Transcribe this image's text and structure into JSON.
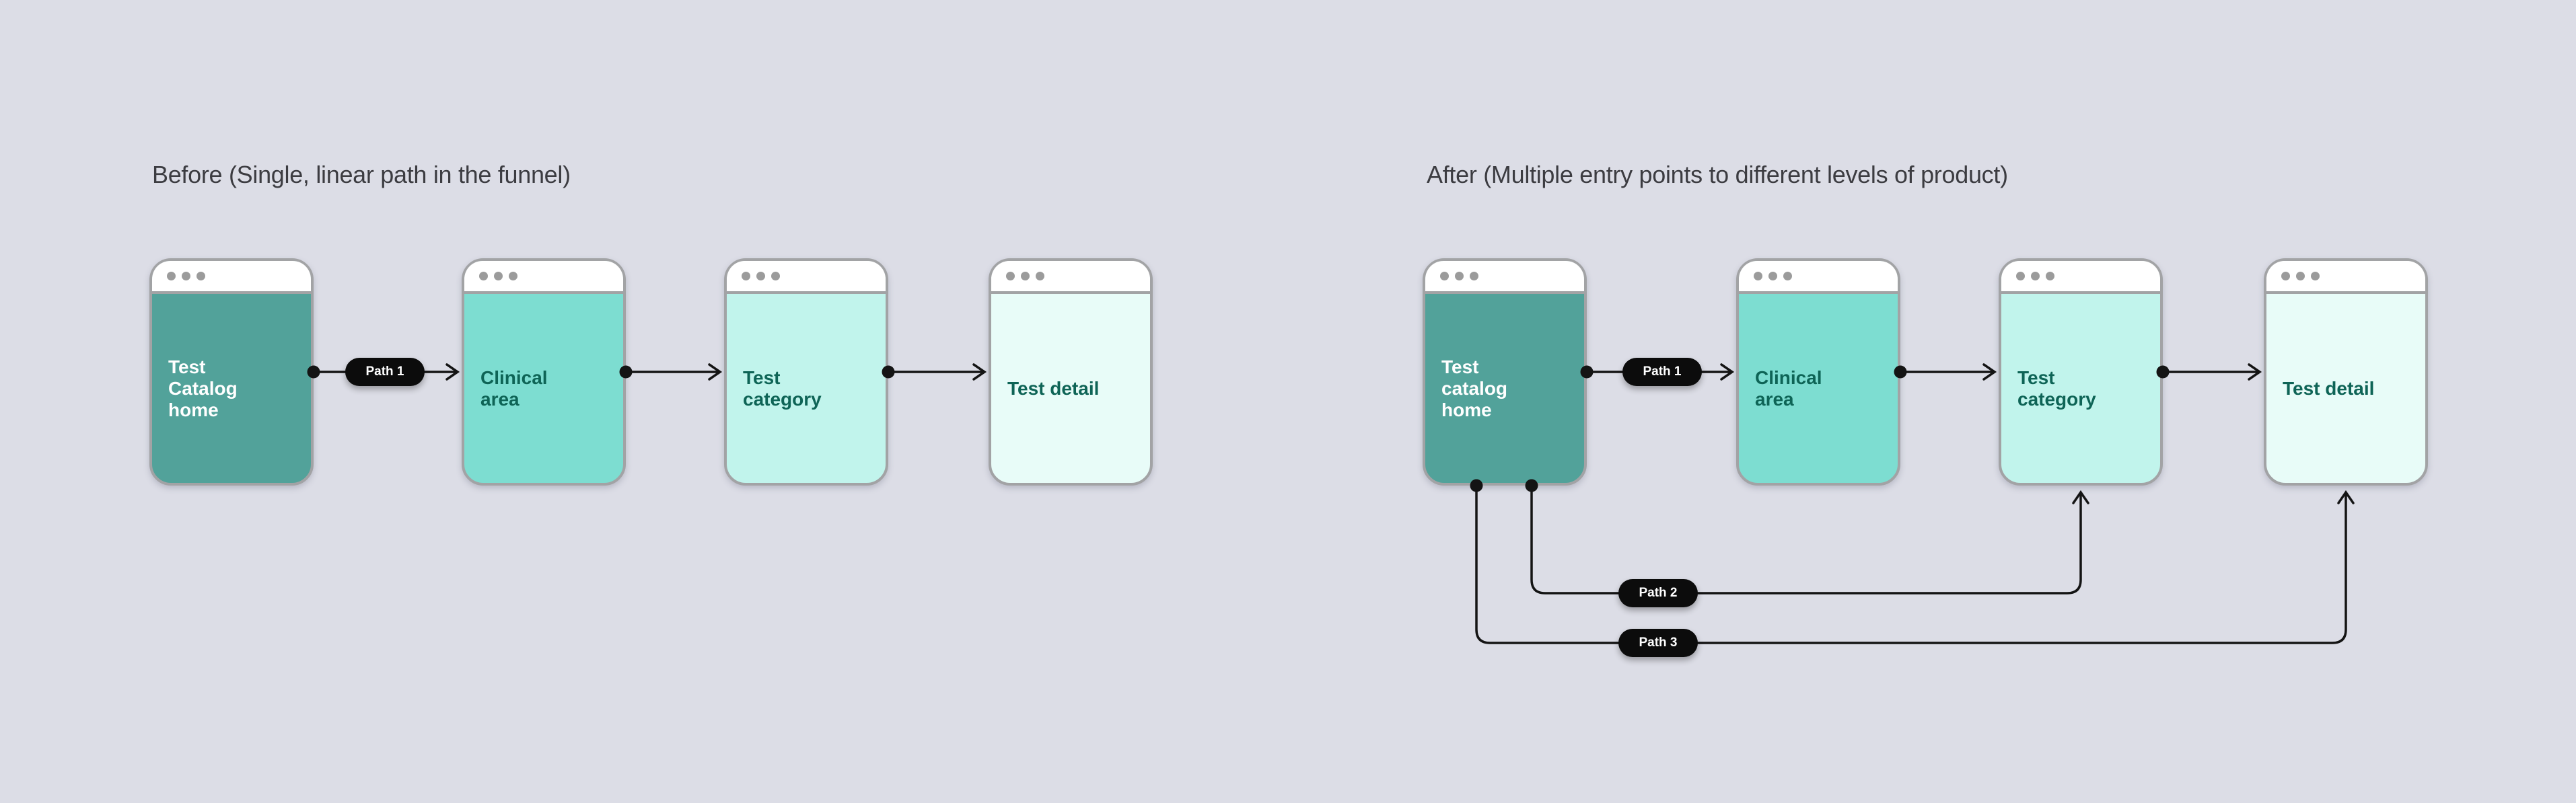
{
  "page": {
    "background": "#dcdde6"
  },
  "colors": {
    "card_border": "#a2a3a5",
    "chrome_bg": "#ffffff",
    "chrome_dot": "#9b9b9b",
    "connector": "#141414",
    "pill_bg": "#0c0c0c",
    "pill_text": "#ffffff",
    "title_text": "#3c3c41"
  },
  "before": {
    "title": "Before (Single, linear path in the funnel)",
    "cards": [
      {
        "label": "Test Catalog home",
        "bg": "#52a29a",
        "text_color": "#ffffff"
      },
      {
        "label": "Clinical area",
        "bg": "#7dddd1",
        "text_color": "#0e6456"
      },
      {
        "label": "Test category",
        "bg": "#c1f4ec",
        "text_color": "#0e6456"
      },
      {
        "label": "Test detail",
        "bg": "#e8fcf8",
        "text_color": "#0e6456"
      }
    ],
    "paths": [
      {
        "label": "Path 1"
      }
    ]
  },
  "after": {
    "title": "After (Multiple entry points to different levels of product)",
    "cards": [
      {
        "label": "Test catalog home",
        "bg": "#52a29a",
        "text_color": "#ffffff"
      },
      {
        "label": "Clinical area",
        "bg": "#7dddd1",
        "text_color": "#0e6456"
      },
      {
        "label": "Test category",
        "bg": "#c1f4ec",
        "text_color": "#0e6456"
      },
      {
        "label": "Test detail",
        "bg": "#e8fcf8",
        "text_color": "#0e6456"
      }
    ],
    "paths": [
      {
        "label": "Path 1"
      },
      {
        "label": "Path 2"
      },
      {
        "label": "Path 3"
      }
    ]
  }
}
